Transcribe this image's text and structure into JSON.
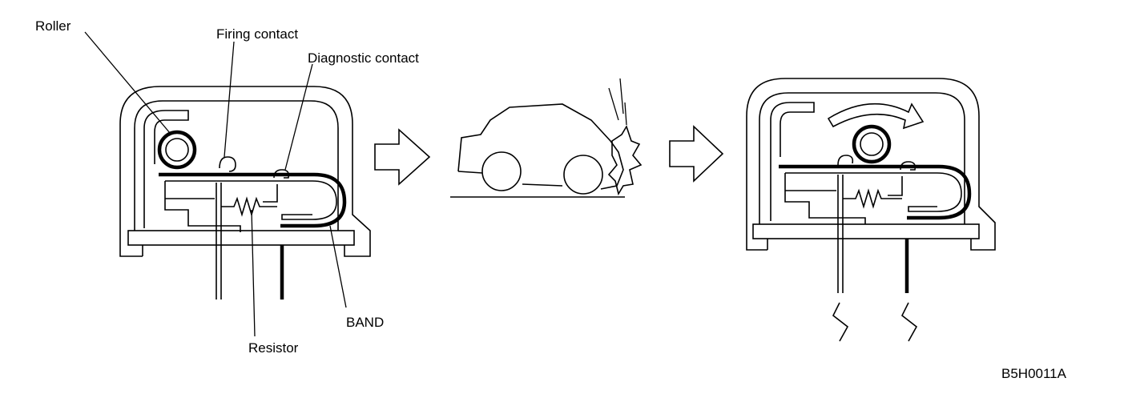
{
  "labels": {
    "roller": "Roller",
    "firing_contact": "Firing contact",
    "diagnostic_contact": "Diagnostic contact",
    "resistor": "Resistor",
    "band": "BAND"
  },
  "figure_code": "B5H0011A"
}
